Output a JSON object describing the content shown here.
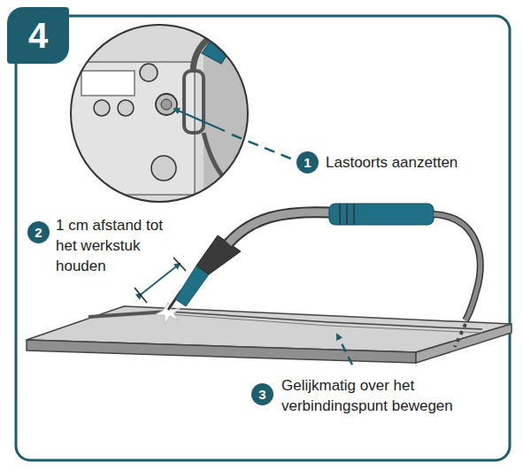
{
  "diagram": {
    "nodes": [
      {
        "text": [
          "4"
        ]
      },
      {
        "text": [
          "1"
        ]
      },
      {
        "text": [
          "2"
        ]
      },
      {
        "text": [
          "3"
        ]
      }
    ],
    "labels": [
      "Lastoorts aanzetten",
      "1 cm afstand tot het werkstuk houden",
      "Gelijkmatig over het verbindingspunt bewegen"
    ]
  }
}
